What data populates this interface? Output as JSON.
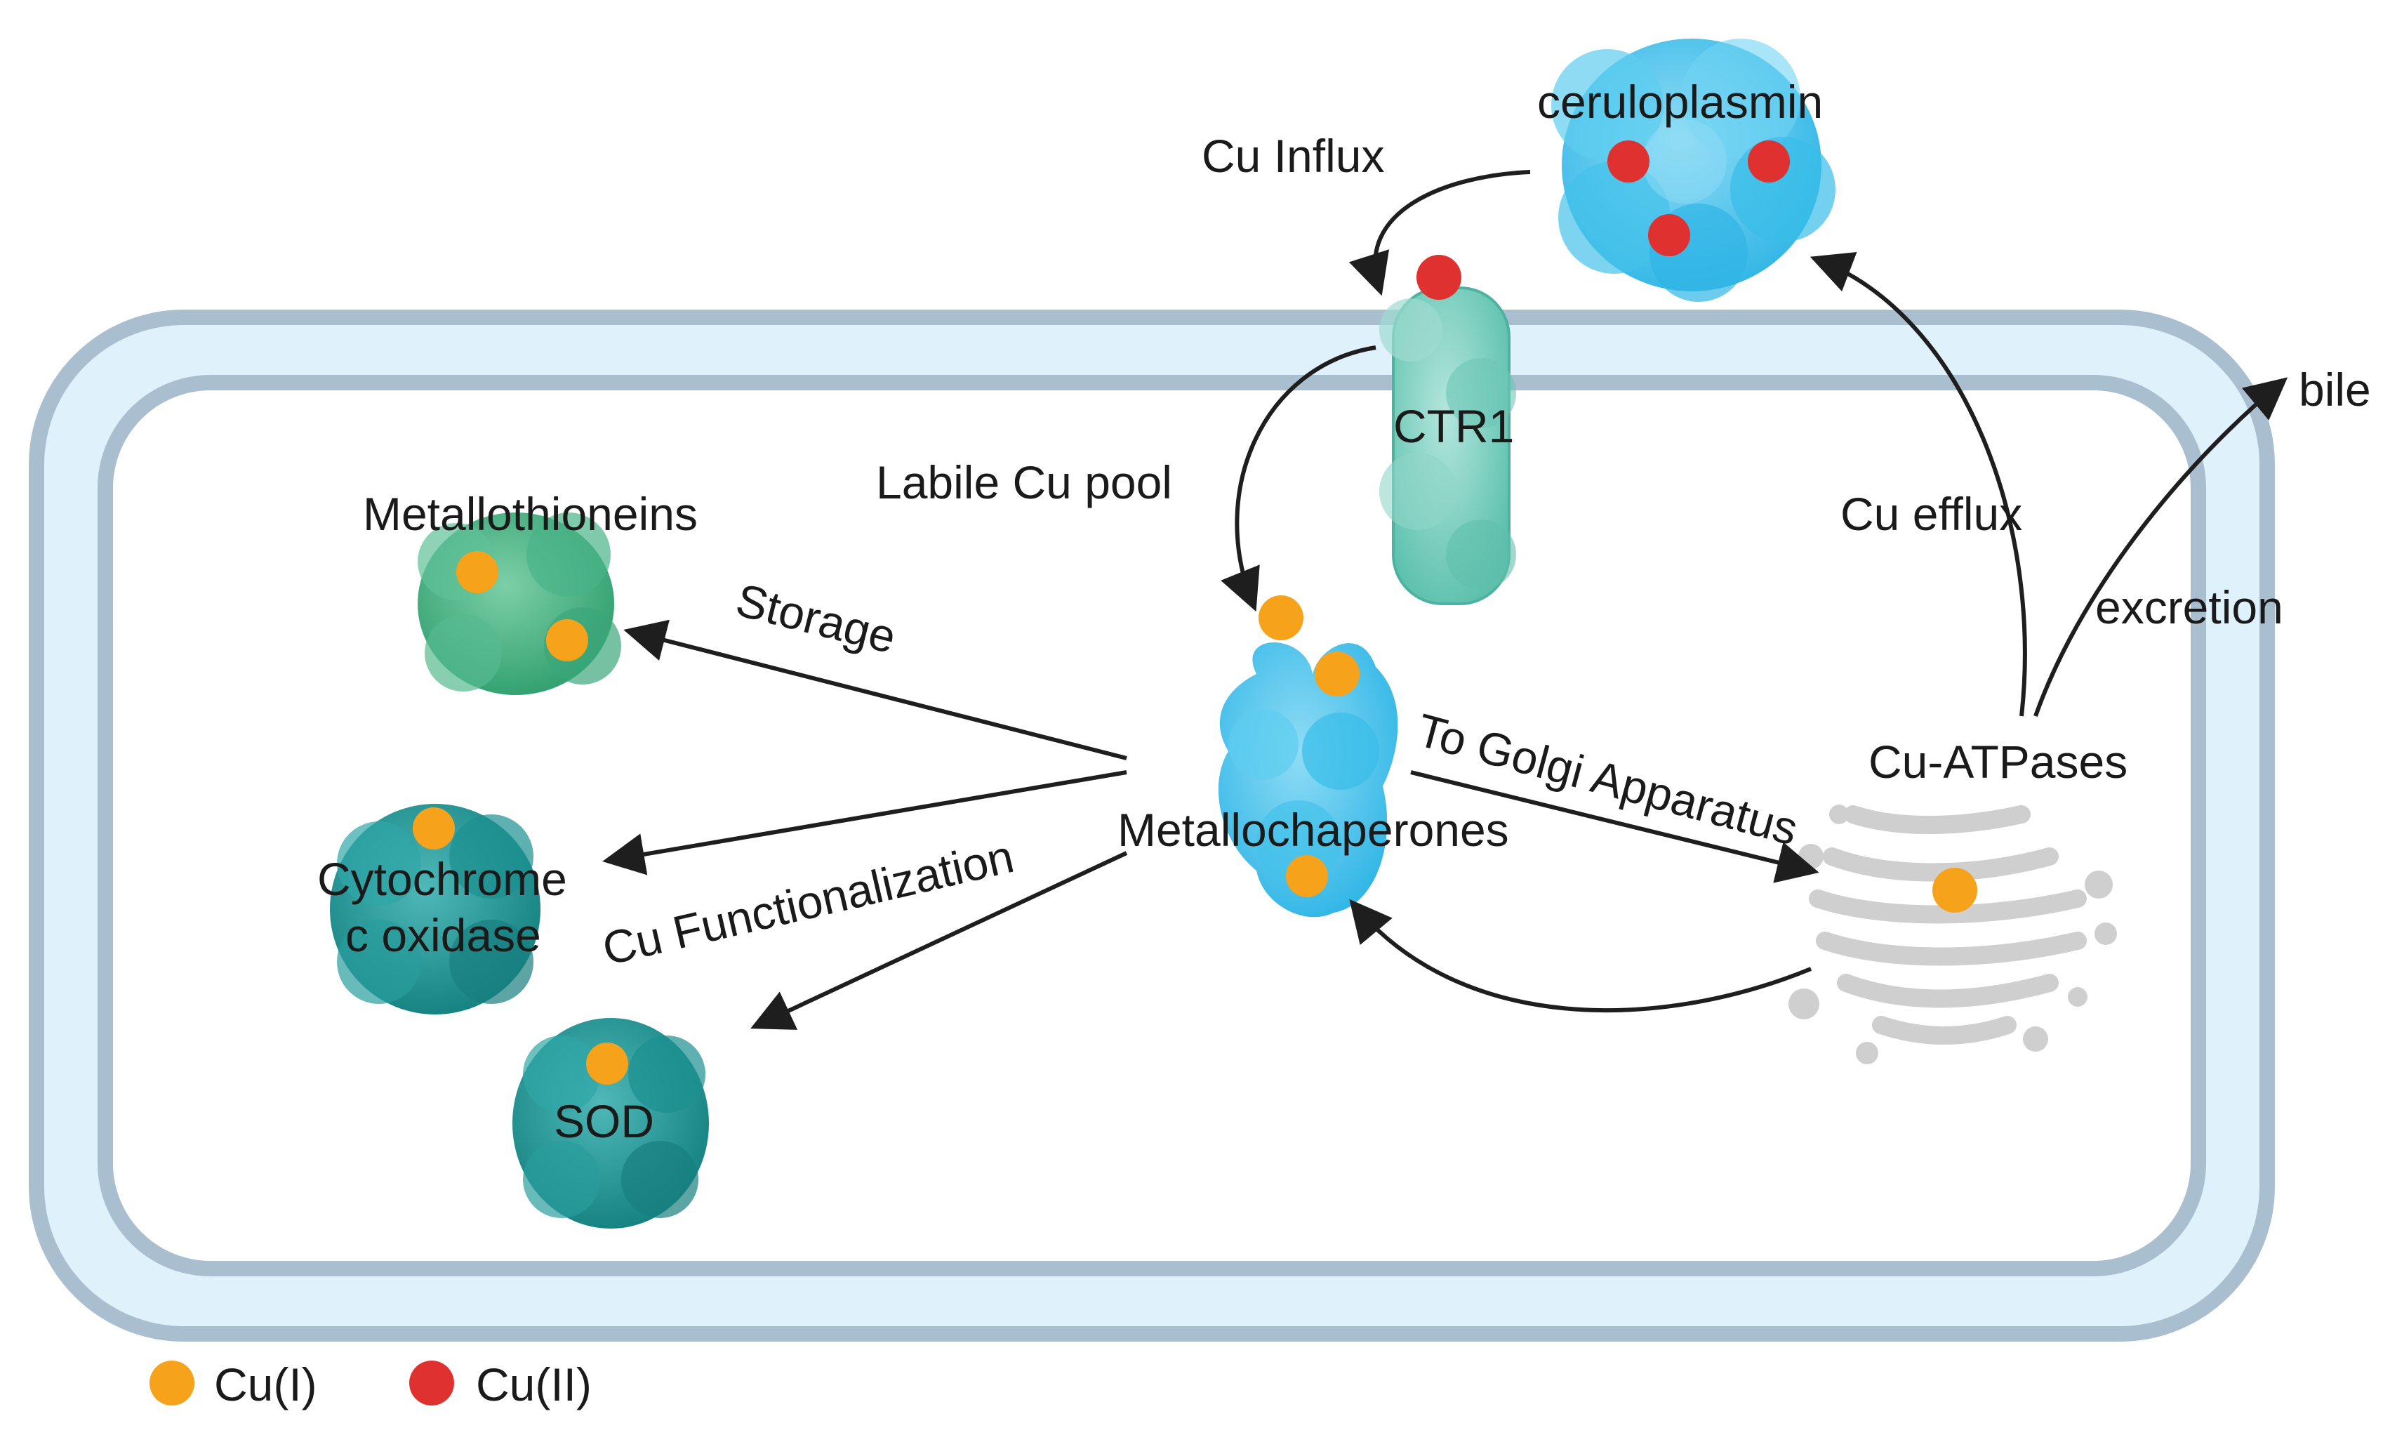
{
  "labels": {
    "ceruloplasmin": "ceruloplasmin",
    "cu_influx": "Cu Influx",
    "ctr1": "CTR1",
    "labile_cu_pool": "Labile Cu pool",
    "metallothioneins": "Metallothioneins",
    "storage": "Storage",
    "cytochrome_line1": "Cytochrome",
    "cytochrome_line2": "c oxidase",
    "cu_functionalization": "Cu Functionalization",
    "metallochaperones": "Metallochaperones",
    "to_golgi": "To Golgi Apparatus",
    "sod": "SOD",
    "cu_atpases": "Cu-ATPases",
    "cu_efflux": "Cu efflux",
    "bile": "bile",
    "excretion": "excretion"
  },
  "legend": [
    {
      "label": "Cu(I)",
      "color": "#f7a21b"
    },
    {
      "label": "Cu(II)",
      "color": "#e03131"
    }
  ],
  "colors": {
    "membrane_outer": "#a9bfcf",
    "membrane_fill": "#dff1fb",
    "protein_blue": "#4fc8ee",
    "protein_teal_light": "#7fd3c3",
    "protein_green": "#4bb88a",
    "protein_teal_dark": "#1f9a9a",
    "golgi": "#cfcfcf",
    "arrow": "#1e1e1e"
  }
}
